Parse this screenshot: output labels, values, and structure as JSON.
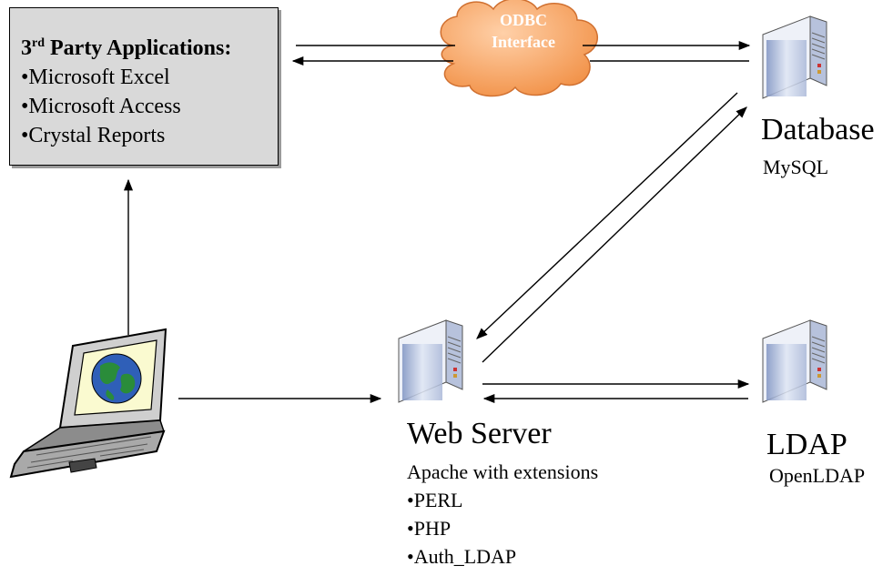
{
  "apps": {
    "title_main": "3",
    "title_sup": "rd",
    "title_rest": " Party Applications:",
    "items": [
      "Microsoft Excel",
      "Microsoft Access",
      "Crystal Reports"
    ]
  },
  "odbc": {
    "line1": "ODBC",
    "line2": "Interface"
  },
  "database": {
    "title": "Database",
    "subtitle": "MySQL"
  },
  "webserver": {
    "title": "Web Server",
    "subtitle": "Apache with extensions",
    "items": [
      "PERL",
      "PHP",
      "Auth_LDAP"
    ]
  },
  "ldap": {
    "title": "LDAP",
    "subtitle": "OpenLDAP"
  },
  "colors": {
    "box_fill": "#d9d9d9",
    "cloud_fill": "#f5a05a",
    "server_front": "#c9d4e8",
    "globe_ocean": "#2f5fb8",
    "globe_land": "#2a8c3a",
    "screen_bg": "#fafad0"
  },
  "icons": [
    "server-icon",
    "laptop-icon",
    "globe-icon",
    "cloud-icon"
  ]
}
